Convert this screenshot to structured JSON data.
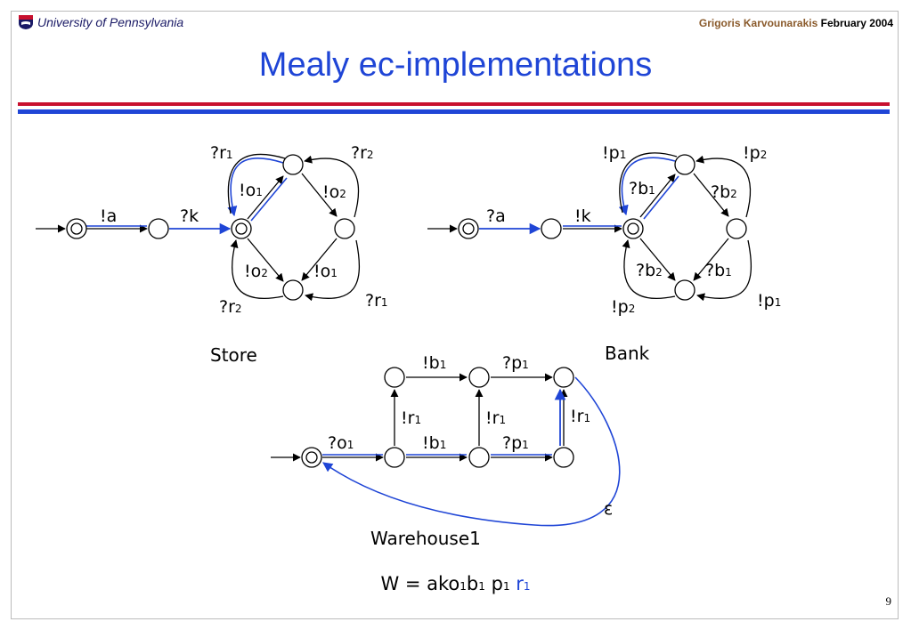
{
  "header": {
    "university": "University of Pennsylvania",
    "author": "Grigoris Karvounarakis",
    "date": "February 2004"
  },
  "title": "Mealy ec-implementations",
  "store": {
    "caption": "Store",
    "labels": {
      "a": [
        "!a",
        ""
      ],
      "k": [
        "?k",
        ""
      ],
      "r1_top": [
        "?r",
        "1"
      ],
      "r2_top": [
        "?r",
        "2"
      ],
      "o1_top": [
        "!o",
        "1"
      ],
      "o2_top": [
        "!o",
        "2"
      ],
      "o2_bot": [
        "!o",
        "2"
      ],
      "o1_bot": [
        "!o",
        "1"
      ],
      "r2_bot": [
        "?r",
        "2"
      ],
      "r1_bot": [
        "?r",
        "1"
      ]
    }
  },
  "bank": {
    "caption": "Bank",
    "labels": {
      "a": [
        "?a",
        ""
      ],
      "k": [
        "!k",
        ""
      ],
      "p1_top": [
        "!p",
        "1"
      ],
      "p2_top": [
        "!p",
        "2"
      ],
      "b1_top": [
        "?b",
        "1"
      ],
      "b2_top": [
        "?b",
        "2"
      ],
      "b2_bot": [
        "?b",
        "2"
      ],
      "b1_bot": [
        "?b",
        "1"
      ],
      "p2_bot": [
        "!p",
        "2"
      ],
      "p1_bot": [
        "!p",
        "1"
      ]
    }
  },
  "warehouse": {
    "caption": "Warehouse1",
    "labels": {
      "b1_top": [
        "!b",
        "1"
      ],
      "p1_top": [
        "?p",
        "1"
      ],
      "r1_a": [
        "!r",
        "1"
      ],
      "r1_b": [
        "!r",
        "1"
      ],
      "r1_c": [
        "!r",
        "1"
      ],
      "o1": [
        "?o",
        "1"
      ],
      "b1_bot": [
        "!b",
        "1"
      ],
      "p1_bot": [
        "?p",
        "1"
      ],
      "eps": [
        "ε",
        ""
      ]
    }
  },
  "formula": {
    "prefix": "W = ako",
    "s1": "1",
    "b": "b",
    "s2": "1",
    "sp1": " ",
    "p": "p",
    "s3": "1",
    "sp2": " ",
    "r": "r",
    "s4": "1"
  },
  "page_number": "9",
  "colors": {
    "accent_blue": "#1f45d6",
    "rule_red": "#c8102e",
    "author_brown": "#8a5a2b"
  }
}
